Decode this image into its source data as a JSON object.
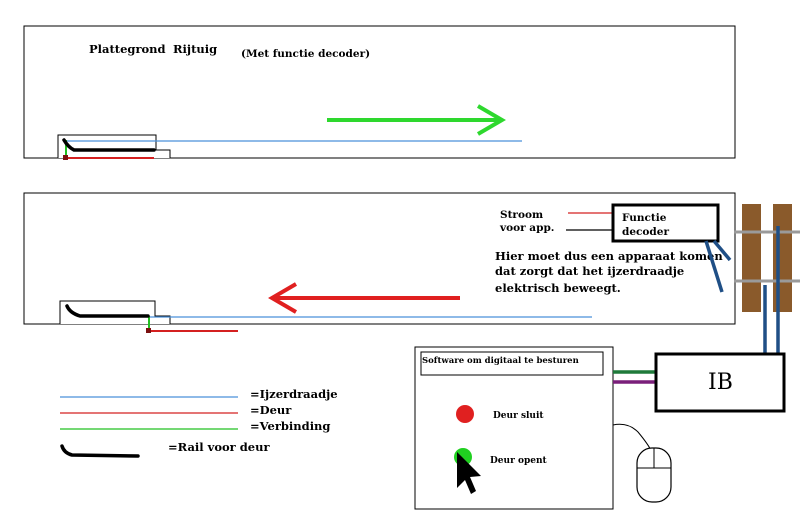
{
  "top_panel": {
    "title": "Plattegrond",
    "subtitle": "Rijtuig",
    "note": "(Met functie decoder)"
  },
  "bottom_panel": {
    "supply_line1": "Stroom",
    "supply_line2": "voor app.",
    "decoder_line1": "Functie",
    "decoder_line2": "decoder",
    "explanation_line1": "Hier moet dus een apparaat komen",
    "explanation_line2": "dat zorgt dat het ijzerdraadje",
    "explanation_line3": "elektrisch beweegt."
  },
  "legend": [
    {
      "label": "=Ijzerdraadje",
      "color": "#4a90d9"
    },
    {
      "label": "=Deur",
      "color": "#d42020"
    },
    {
      "label": "=Verbinding",
      "color": "#22c022"
    },
    {
      "label": "=Rail voor deur",
      "color": "#000000"
    }
  ],
  "software": {
    "title": "Software om digitaal te besturen",
    "close_label": "Deur sluit",
    "open_label": "Deur opent",
    "close_color": "#e02020",
    "open_color": "#20d020"
  },
  "ib_label": "IB",
  "colors": {
    "arrow_right": "#2ed82e",
    "arrow_left": "#e02020",
    "wire": "#4a90d9",
    "door": "#d42020",
    "link": "#22c022",
    "rail": "#000000",
    "cable_blue": "#1f4f86",
    "cable_green": "#1f7a3a",
    "cable_purple": "#7a1f7a",
    "sleeper": "#8a5a2b",
    "track_rail": "#9a9a9a"
  }
}
